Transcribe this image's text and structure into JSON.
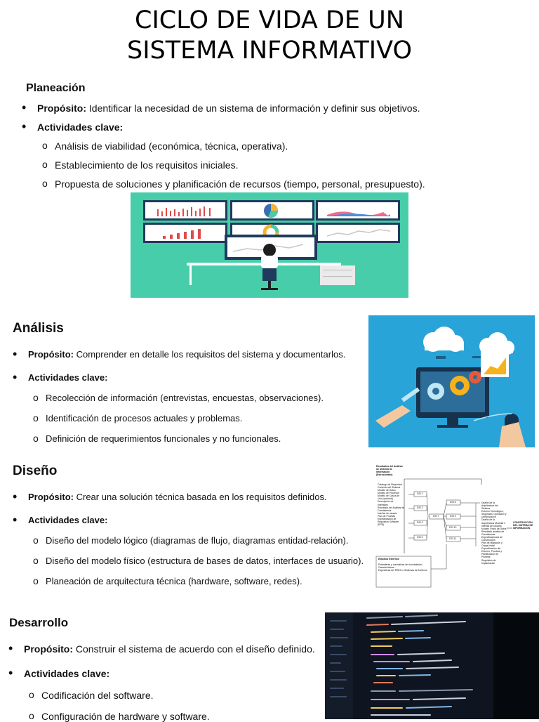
{
  "title_line1": "CICLO DE VIDA DE UN",
  "title_line2": "SISTEMA INFORMATIVO",
  "planeacion": {
    "heading": "Planeación",
    "purpose_label": "Propósito:",
    "purpose_text": " Identificar la necesidad de un sistema de información y definir sus objetivos.",
    "activities_label": "Actividades clave:",
    "items": [
      "Análisis de viabilidad (económica, técnica, operativa).",
      "Establecimiento de los requisitos iniciales.",
      "Propuesta de soluciones y planificación de recursos (tiempo, personal, presupuesto)."
    ]
  },
  "analisis": {
    "heading": "Análisis",
    "purpose_label": "Propósito:",
    "purpose_text": " Comprender en detalle los requisitos del sistema y documentarlos.",
    "activities_label": "Actividades clave:",
    "items": [
      "Recolección de información (entrevistas, encuestas, observaciones).",
      "Identificación de procesos actuales y problemas.",
      "Definición de requerimientos funcionales y no funcionales."
    ]
  },
  "diseno": {
    "heading": "Diseño",
    "purpose_label": "Propósito:",
    "purpose_text": " Crear una solución técnica basada en los requisitos definidos.",
    "activities_label": "Actividades clave:",
    "items": [
      "Diseño del modelo lógico (diagramas de flujo, diagramas entidad-relación).",
      "Diseño del modelo físico (estructura de bases de datos, interfaces de usuario).",
      "Planeación de arquitectura técnica (hardware, software, redes)."
    ],
    "diagram": {
      "results_title": "Resultados del Análisis de Sistema de Información (Estructurado)",
      "results_list": [
        "Catálogo de Requisitos",
        "Contexto del Sistema",
        "Modelo de Datos",
        "Modelo de Procesos",
        "Modelo de Casos de Uso (opcional)",
        "Descripción de Interfaces",
        "Resultado del Análisis de Consistencia",
        "Interfaz de usuario",
        "Plan de Pruebas",
        "Especificación de Requisitos Software (ERS)"
      ],
      "externos_title": "Estudios Externos",
      "externos_list": [
        "Estándares y normativas de la instalación",
        "Características",
        "Específicas del RSEO o Sistemas de Archivos"
      ],
      "ds_left": [
        "DSI 1",
        "DSI 2",
        "DSI 3",
        "DSI 5"
      ],
      "ds_mid": "DSI 7",
      "ds_right": [
        "DSI 8",
        "DSI 9",
        "DSI 10",
        "DSI 11"
      ],
      "output_list": [
        "Diseño de la Arquitectura del Sistema",
        "Entorno Tecnológico, Seguridad, Operación y comunicación",
        "Diseño de la Arquitectura Modular e Interfaz de Usuario",
        "Modelo Físico de Datos",
        "Resultado análisis de Consistencia",
        "Especificaciones de Construcción",
        "Plan de Migración y Carga Inicial",
        "Especificación del Entorno, Pruebas y Planificación de Pruebas",
        "Requisitos de Implantación"
      ],
      "construction_label": "CONSTRUCCIÓN DEL SISTEMA DE INFORMACIÓN"
    }
  },
  "desarrollo": {
    "heading": "Desarrollo",
    "purpose_label": "Propósito:",
    "purpose_text": " Construir el sistema de acuerdo con el diseño definido.",
    "activities_label": "Actividades clave:",
    "items": [
      "Codificación del software.",
      "Configuración de hardware y software."
    ]
  },
  "colors": {
    "teal_bg": "#47cda9",
    "blue_bg": "#28a4d9",
    "code_bg": "#0f1520"
  }
}
